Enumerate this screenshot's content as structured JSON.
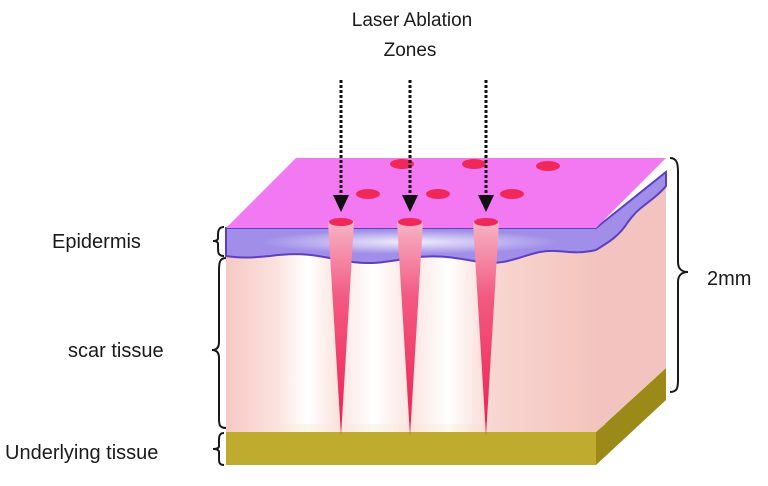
{
  "title_line1": "Laser Ablation",
  "title_line2": "Zones",
  "labels": {
    "epidermis": "Epidermis",
    "scar": "scar tissue",
    "underlying": "Underlying tissue",
    "thickness": "2mm"
  },
  "colors": {
    "top_surface": "#f279f2",
    "epidermis_band": "#9c8ae6",
    "epidermis_stroke": "#5b40c4",
    "dermis": "#f8d2cd",
    "underlying_front": "#bfac2e",
    "underlying_side": "#9c8a18",
    "ablation_zone": "#f0285a",
    "ablation_spot": "#f0285a",
    "arrow": "#111111"
  },
  "ablation_zone_count": 3
}
